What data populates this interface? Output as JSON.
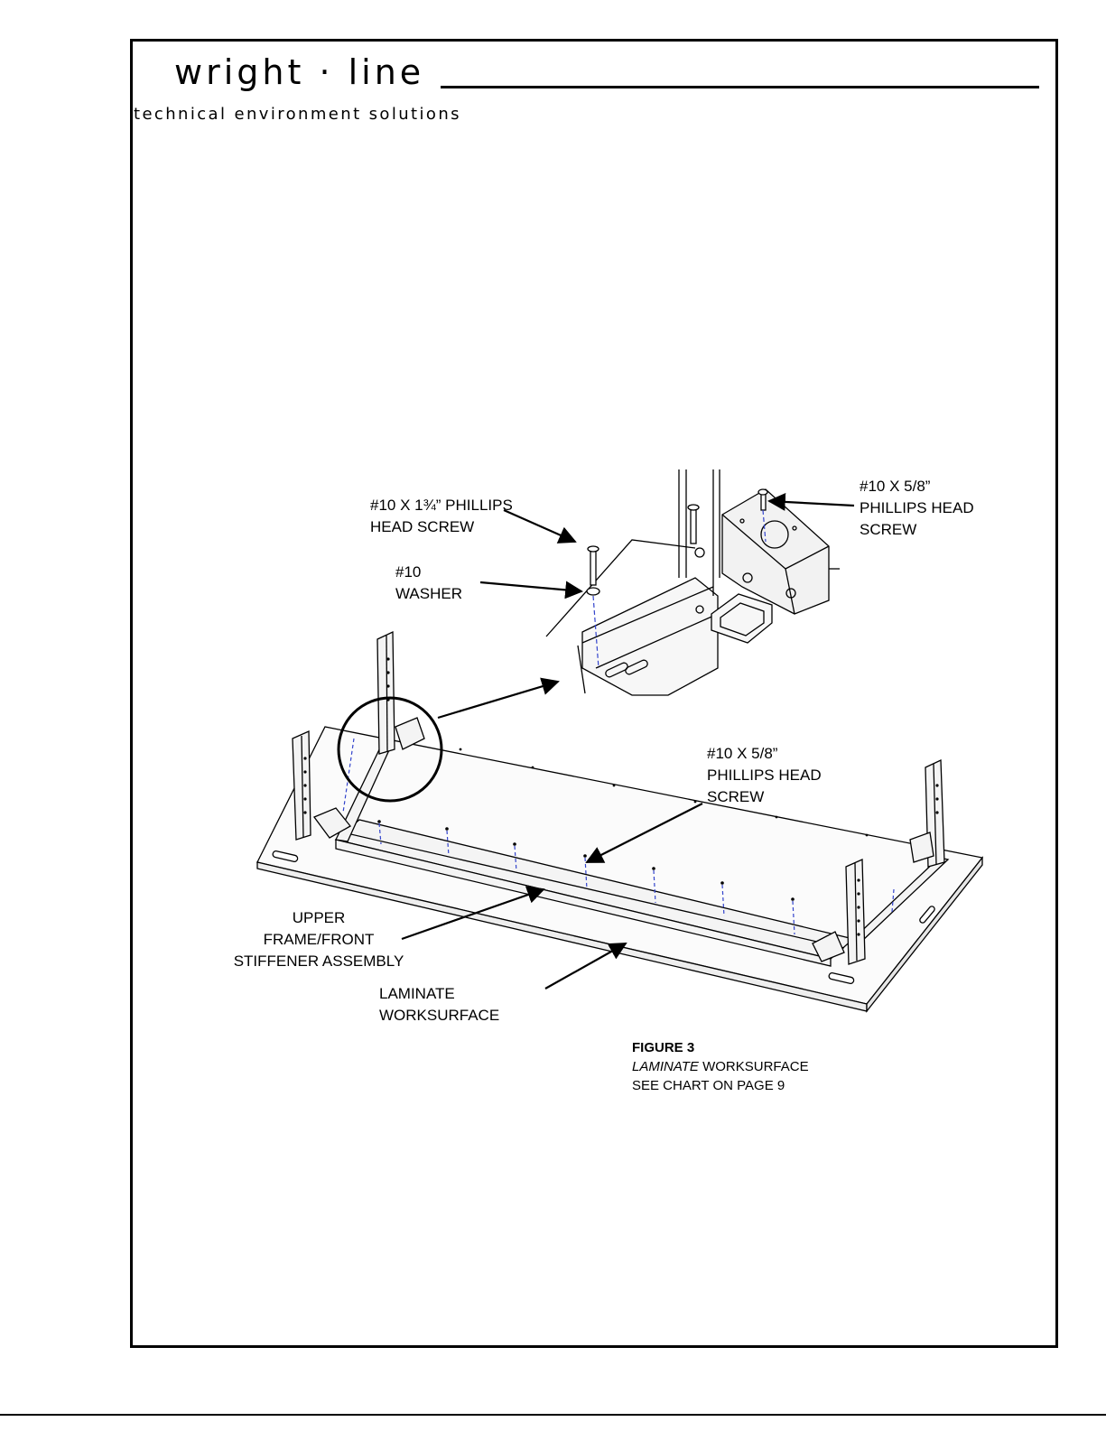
{
  "header": {
    "brand": "wright · line",
    "tagline": "technical environment solutions"
  },
  "labels": {
    "screw_long_1": "#10 X 1¾” PHILLIPS",
    "screw_long_2": "HEAD SCREW",
    "washer_1": "#10",
    "washer_2": "WASHER",
    "screw_short_top_1": "#10 X 5/8”",
    "screw_short_top_2": "PHILLIPS HEAD",
    "screw_short_top_3": "SCREW",
    "screw_short_mid_1": "#10 X 5/8”",
    "screw_short_mid_2": "PHILLIPS HEAD",
    "screw_short_mid_3": "SCREW",
    "frame_1": "UPPER",
    "frame_2": "FRAME/FRONT",
    "frame_3": "STIFFENER ASSEMBLY",
    "worksurface_1": "LAMINATE",
    "worksurface_2": "WORKSURFACE"
  },
  "figure_caption": {
    "number": "FIGURE 3",
    "line2_italic": "LAMINATE",
    "line2_rest": " WORKSURFACE",
    "line3": "SEE CHART ON PAGE 9"
  },
  "colors": {
    "line": "#000000",
    "centerline": "#3344cc",
    "part_fill": "#f4f4f4"
  }
}
